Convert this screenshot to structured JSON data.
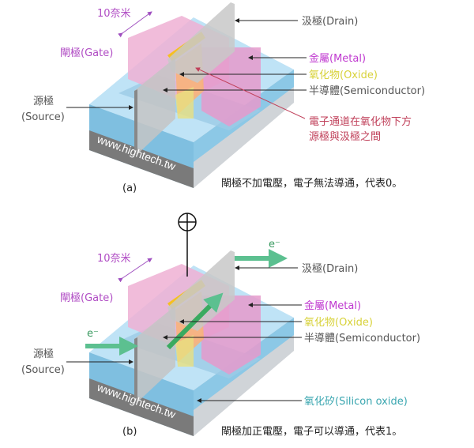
{
  "panel_a": {
    "size_label": "10奈米",
    "gate_label": "閘極(Gate)",
    "source_label_1": "源極",
    "source_label_2": "(Source)",
    "drain_label": "汲極(Drain)",
    "metal_label": "金屬(Metal)",
    "oxide_label": "氧化物(Oxide)",
    "semi_label": "半導體(Semiconductor)",
    "channel_note_1": "電子通道在氧化物下方",
    "channel_note_2": "源極與汲極之間",
    "watermark": "www.hightech.tw",
    "panel_tag": "(a)",
    "caption": "閘極不加電壓，電子無法導通，代表0。"
  },
  "panel_b": {
    "size_label": "10奈米",
    "gate_label": "閘極(Gate)",
    "source_label_1": "源極",
    "source_label_2": "(Source)",
    "drain_label": "汲極(Drain)",
    "metal_label": "金屬(Metal)",
    "oxide_label": "氧化物(Oxide)",
    "semi_label": "半導體(Semiconductor)",
    "silicon_oxide_label": "氧化矽(Silicon oxide)",
    "electron_in": "e⁻",
    "electron_out": "e⁻",
    "positive_symbol": "⊕",
    "watermark": "www.hightech.tw",
    "panel_tag": "(b)",
    "caption": "閘極加正電壓，電子可以導通，代表1。"
  },
  "colors": {
    "gate": "#e8a0c8",
    "oxide": "#f5c020",
    "substrate": "#8cc8e8",
    "electron_arrow": "#5cc090"
  }
}
